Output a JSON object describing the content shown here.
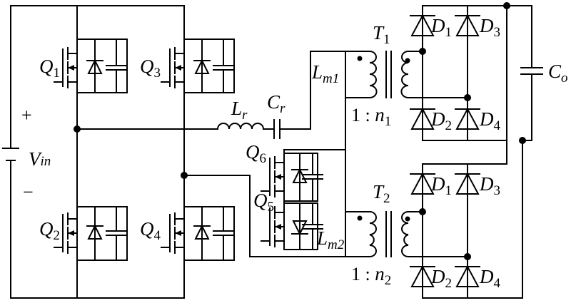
{
  "figure": {
    "source_label": {
      "main": "V",
      "sub": "in"
    },
    "polarity": {
      "plus": "+",
      "minus": "−"
    },
    "switches": [
      {
        "id": "Q1",
        "main": "Q",
        "sub": "1"
      },
      {
        "id": "Q2",
        "main": "Q",
        "sub": "2"
      },
      {
        "id": "Q3",
        "main": "Q",
        "sub": "3"
      },
      {
        "id": "Q4",
        "main": "Q",
        "sub": "4"
      },
      {
        "id": "Q5",
        "main": "Q",
        "sub": "5"
      },
      {
        "id": "Q6",
        "main": "Q",
        "sub": "6"
      }
    ],
    "resonant": {
      "inductor": {
        "main": "L",
        "sub": "r"
      },
      "capacitor": {
        "main": "C",
        "sub": "r"
      }
    },
    "magnetizing": [
      {
        "main": "L",
        "sub": "m1"
      },
      {
        "main": "L",
        "sub": "m2"
      }
    ],
    "transformers": [
      {
        "main": "T",
        "sub": "1",
        "ratio_prefix": "1 : ",
        "ratio_main": "n",
        "ratio_sub": "1"
      },
      {
        "main": "T",
        "sub": "2",
        "ratio_prefix": "1 : ",
        "ratio_main": "n",
        "ratio_sub": "2"
      }
    ],
    "rectifier_diodes": [
      {
        "main": "D",
        "sub": "1"
      },
      {
        "main": "D",
        "sub": "3"
      },
      {
        "main": "D",
        "sub": "2"
      },
      {
        "main": "D",
        "sub": "4"
      }
    ],
    "output_capacitor": {
      "main": "C",
      "sub": "o"
    }
  }
}
